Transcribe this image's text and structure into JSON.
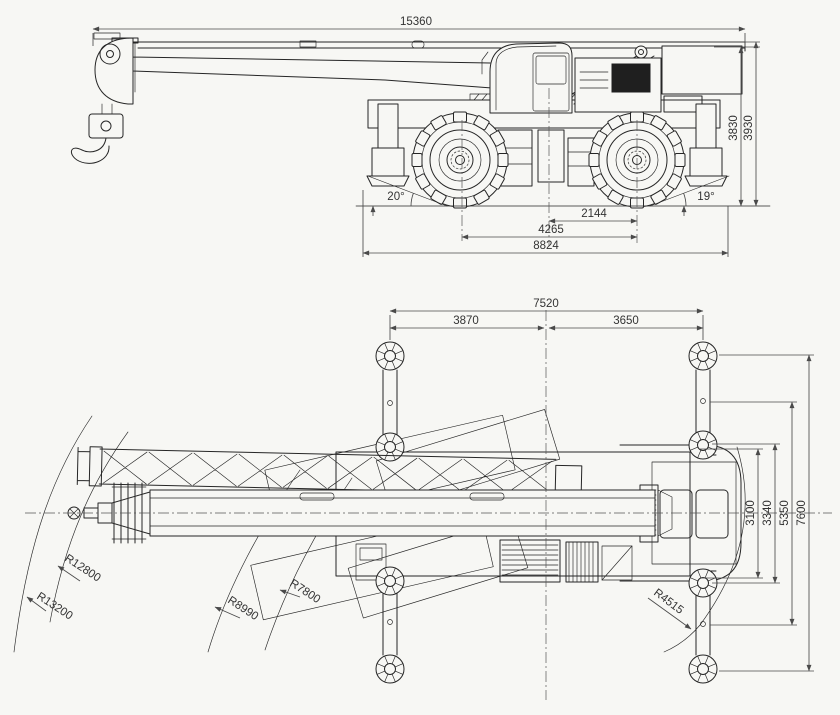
{
  "colors": {
    "background": "#f7f7f4",
    "drawing_line": "#262626",
    "dimension_line": "#4a4a4a",
    "text": "#333333"
  },
  "side_view": {
    "name": "crane-side-elevation",
    "dims": {
      "overall_length": "15360",
      "boom_rest_height": "3830",
      "overall_height": "3930",
      "rear_axle_to_slew_center": "2144",
      "wheelbase": "4265",
      "chassis_length": "8824",
      "front_ramp_angle": "20°",
      "rear_ramp_angle": "19°"
    }
  },
  "plan_view": {
    "name": "crane-plan-view",
    "dims": {
      "outrigger_span_length": "7520",
      "outrigger_front_to_center": "3870",
      "outrigger_rear_to_center": "3650",
      "body_width": "3100",
      "overall_width": "3340",
      "outrigger_mid_width": "5350",
      "outrigger_span_width": "7600"
    },
    "radii": {
      "max_swing": "R13200",
      "boom_tip_swing": "R12800",
      "mid_swing_outer": "R8990",
      "mid_swing_inner": "R7800",
      "tail_swing": "R4515"
    }
  }
}
